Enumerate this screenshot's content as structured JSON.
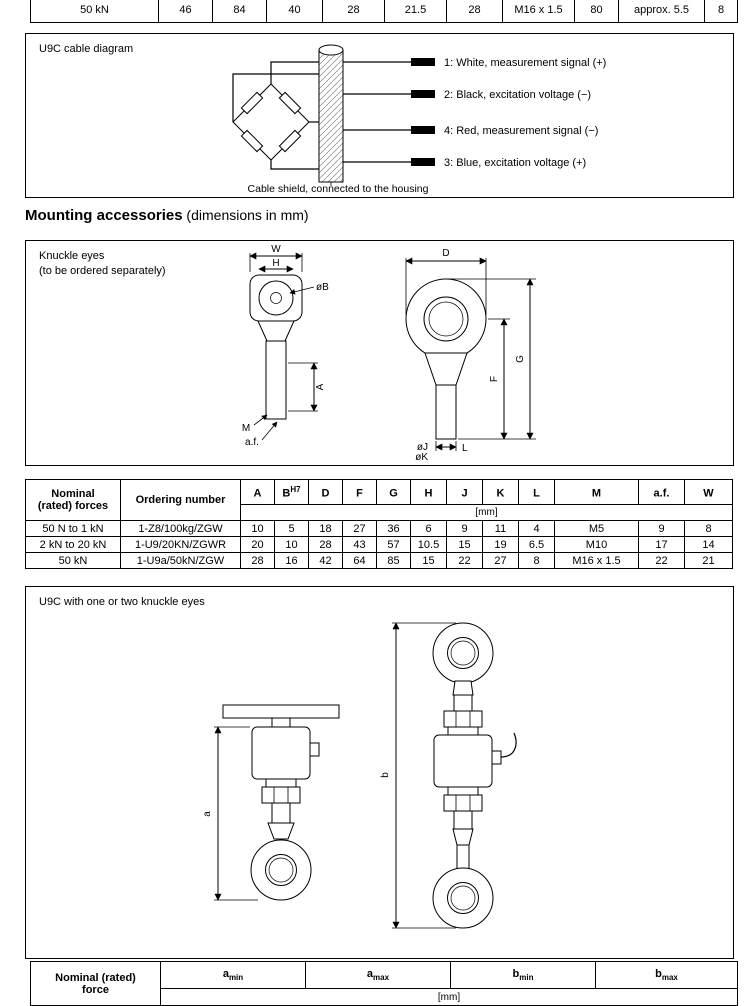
{
  "top_table": {
    "row": [
      "50 kN",
      "46",
      "84",
      "40",
      "28",
      "21.5",
      "28",
      "M16 x 1.5",
      "80",
      "approx. 5.5",
      "8"
    ]
  },
  "cable_diagram": {
    "title": "U9C cable diagram",
    "wires": [
      {
        "label": "1: White, measurement signal (+)"
      },
      {
        "label": "2: Black, excitation voltage (−)"
      },
      {
        "label": "4: Red, measurement signal (−)"
      },
      {
        "label": "3: Blue, excitation voltage (+)"
      }
    ],
    "shield_note": "Cable shield, connected to the housing"
  },
  "section": {
    "title_bold": "Mounting accessories",
    "title_rest": " (dimensions in mm)"
  },
  "knuckle_figure": {
    "caption": "Knuckle eyes\n(to be ordered separately)",
    "labels": {
      "W": "W",
      "H": "H",
      "B": "øB",
      "A": "A",
      "M": "M",
      "af": "a.f.",
      "D": "D",
      "F": "F",
      "G": "G",
      "L": "L",
      "J": "øJ",
      "K": "øK"
    }
  },
  "dims_table": {
    "col_force": "Nominal\n(rated) forces",
    "col_order": "Ordering number",
    "headers": [
      {
        "b": "A",
        "s": ""
      },
      {
        "b": "B",
        "s": "H7"
      },
      {
        "b": "D",
        "s": ""
      },
      {
        "b": "F",
        "s": ""
      },
      {
        "b": "G",
        "s": ""
      },
      {
        "b": "H",
        "s": ""
      },
      {
        "b": "J",
        "s": ""
      },
      {
        "b": "K",
        "s": ""
      },
      {
        "b": "L",
        "s": ""
      },
      {
        "b": "M",
        "s": ""
      },
      {
        "b": "a.f.",
        "s": ""
      },
      {
        "b": "W",
        "s": ""
      }
    ],
    "unit": "[mm]",
    "rows": [
      {
        "force": "50 N to 1 kN",
        "order": "1-Z8/100kg/ZGW",
        "v": [
          "10",
          "5",
          "18",
          "27",
          "36",
          "6",
          "9",
          "11",
          "4",
          "M5",
          "9",
          "8"
        ]
      },
      {
        "force": "2 kN to 20 kN",
        "order": "1-U9/20KN/ZGWR",
        "v": [
          "20",
          "10",
          "28",
          "43",
          "57",
          "10.5",
          "15",
          "19",
          "6.5",
          "M10",
          "17",
          "14"
        ]
      },
      {
        "force": "50 kN",
        "order": "1-U9a/50kN/ZGW",
        "v": [
          "28",
          "16",
          "42",
          "64",
          "85",
          "15",
          "22",
          "27",
          "8",
          "M16 x 1.5",
          "22",
          "21"
        ]
      }
    ]
  },
  "assembly_figure": {
    "caption": "U9C with one or two knuckle eyes",
    "dim_a": "a",
    "dim_b": "b"
  },
  "bottom_table": {
    "col_force": "Nominal (rated)\nforce",
    "headers": [
      {
        "b": "a",
        "sub": "min"
      },
      {
        "b": "a",
        "sub": "max"
      },
      {
        "b": "b",
        "sub": "min"
      },
      {
        "b": "b",
        "sub": "max"
      }
    ],
    "unit": "[mm]"
  }
}
